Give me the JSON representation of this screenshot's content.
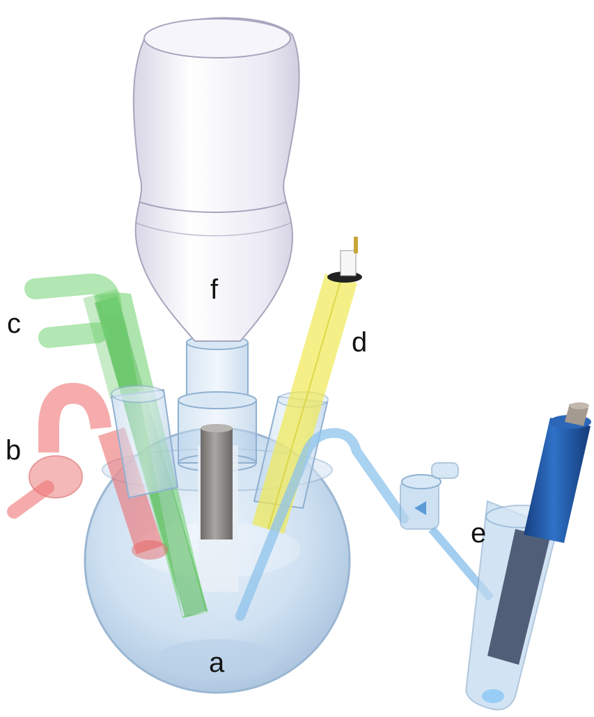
{
  "labels": {
    "a": "a",
    "b": "b",
    "c": "c",
    "d": "d",
    "e": "e",
    "f": "f"
  },
  "colors": {
    "flask_glass": "#c9dcee",
    "red_tube": "#f07070",
    "green_tube": "#6ccf6c",
    "yellow_tube": "#f3ef72",
    "blue_tube": "#8ec3ec",
    "probe_blue": "#1f5fb0",
    "reservoir_white": "#f2f0f8",
    "grey_rod": "#8a8784"
  }
}
